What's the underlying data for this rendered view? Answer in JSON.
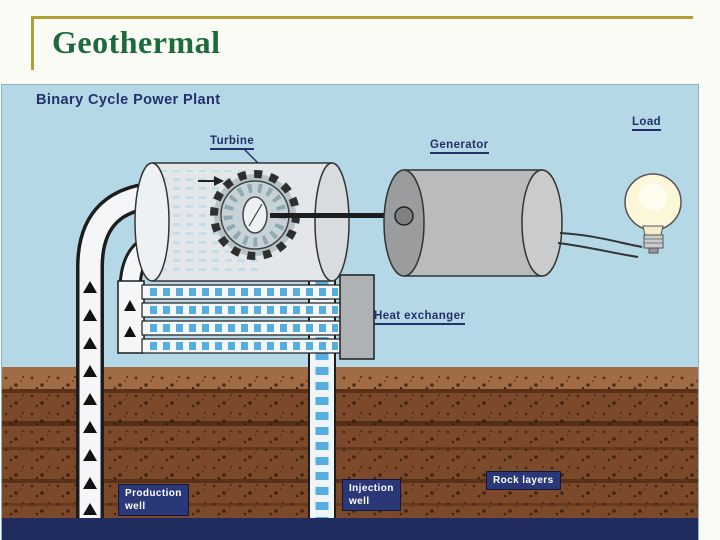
{
  "slide": {
    "title": "Geothermal"
  },
  "diagram": {
    "title": "Binary Cycle Power Plant",
    "labels": {
      "turbine": "Turbine",
      "generator": "Generator",
      "load": "Load",
      "heat_exchanger": "Heat exchanger",
      "production_well": "Production\nwell",
      "injection_well": "Injection\nwell",
      "rock_layers": "Rock layers"
    },
    "colors": {
      "accent_line": "#b0a039",
      "title_green": "#1d6b3d",
      "label_navy": "#23306b",
      "sky_blue": "#b5d8e6",
      "water_blue": "#56aede",
      "ground_brown": "#7c4a2a",
      "label_box_bg": "#202c5e",
      "metal_gray": "#b9bbbd"
    }
  }
}
